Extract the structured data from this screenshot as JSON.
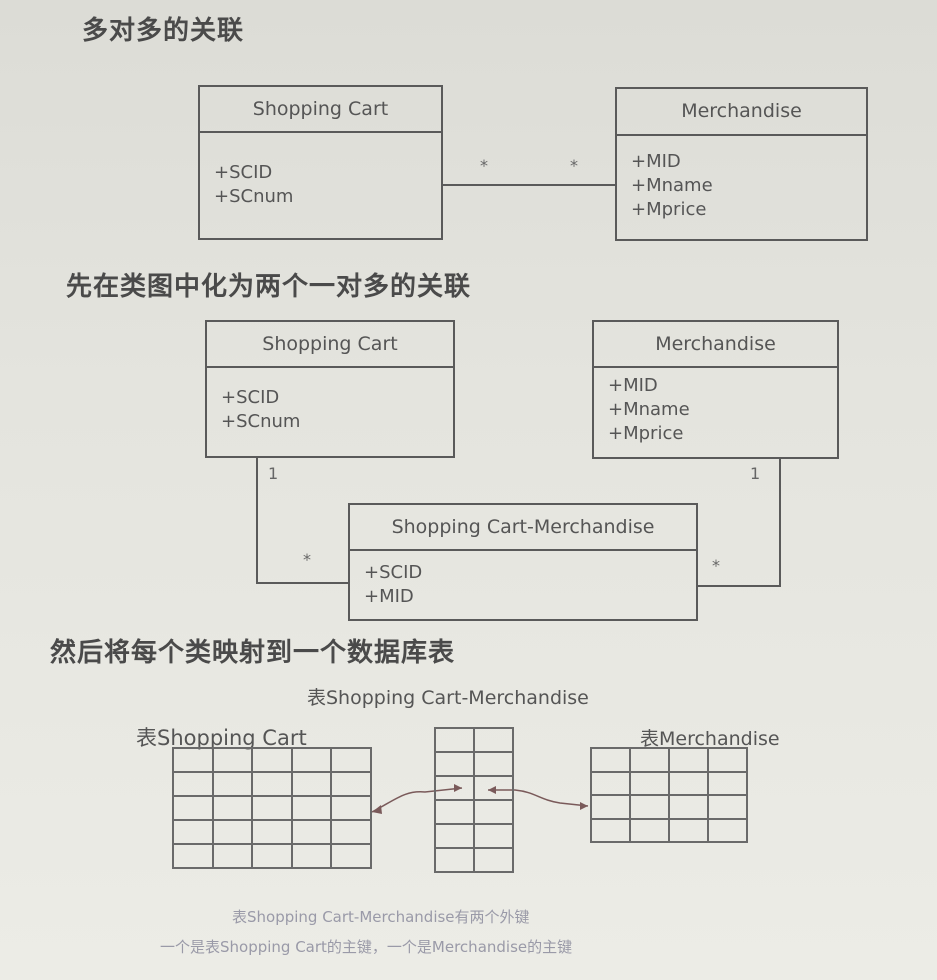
{
  "headings": {
    "many_to_many": "多对多的关联",
    "split": "先在类图中化为两个一对多的关联",
    "map_tables": "然后将每个类映射到一个数据库表"
  },
  "diagram1": {
    "cart": {
      "name": "Shopping Cart",
      "attrs": [
        "+SCID",
        "+SCnum"
      ]
    },
    "merch": {
      "name": "Merchandise",
      "attrs": [
        "+MID",
        "+Mname",
        "+Mprice"
      ]
    },
    "mult_left": "*",
    "mult_right": "*"
  },
  "diagram2": {
    "cart": {
      "name": "Shopping Cart",
      "attrs": [
        "+SCID",
        "+SCnum"
      ]
    },
    "merch": {
      "name": "Merchandise",
      "attrs": [
        "+MID",
        "+Mname",
        "+Mprice"
      ]
    },
    "assoc": {
      "name": "Shopping Cart-Merchandise",
      "attrs": [
        "+SCID",
        "+MID"
      ]
    },
    "mult_cart": "1",
    "mult_merch": "1",
    "mult_assoc_left": "*",
    "mult_assoc_right": "*"
  },
  "tables": {
    "assoc_label": "表Shopping Cart-Merchandise",
    "cart_label": "表Shopping Cart",
    "merch_label": "表Merchandise"
  },
  "notes": {
    "line1": "表Shopping Cart-Merchandise有两个外键",
    "line2": "一个是表Shopping Cart的主键，一个是Merchandise的主键"
  }
}
